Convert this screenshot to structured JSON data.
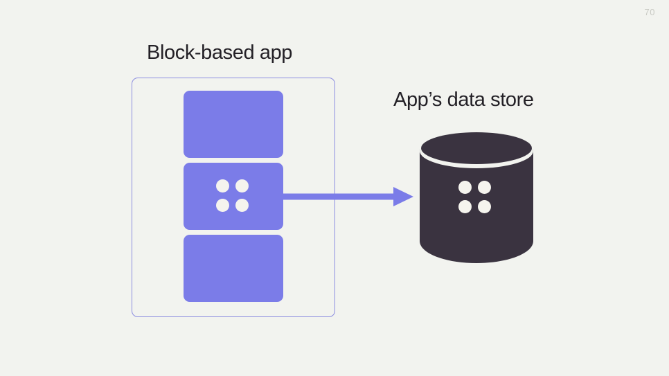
{
  "slide": {
    "page_number": "70",
    "background_color": "#f2f3ef",
    "accent_color": "#7b7ce8",
    "dark_color": "#3a3340",
    "text_color": "#232026",
    "border_color": "#8b8ce0"
  },
  "app": {
    "title": "Block-based app",
    "blocks": [
      {
        "id": "block-1",
        "has_dots": false
      },
      {
        "id": "block-2",
        "has_dots": true
      },
      {
        "id": "block-3",
        "has_dots": false
      }
    ],
    "dot_count": 4
  },
  "store": {
    "title": "App’s data store",
    "dot_count": 4
  },
  "arrow": {
    "direction": "right",
    "label": ""
  },
  "icons": {
    "block_dots": "four-dots-icon",
    "store_dots": "four-dots-icon",
    "arrow": "arrow-right-icon",
    "cylinder": "database-cylinder-icon"
  }
}
